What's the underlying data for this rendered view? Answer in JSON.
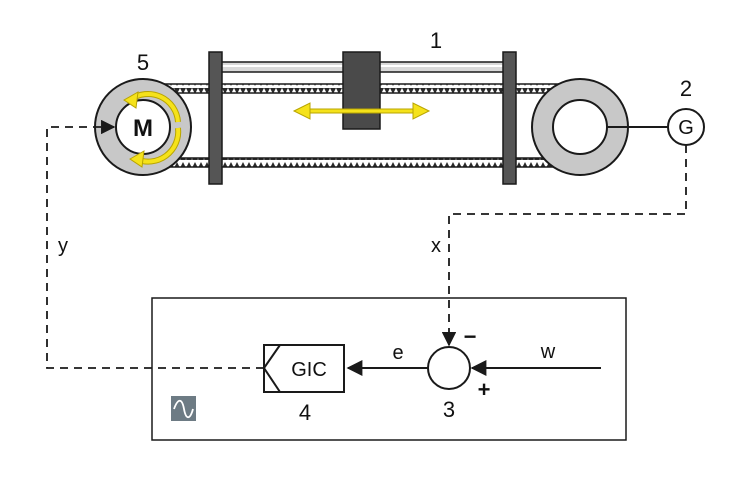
{
  "labels": {
    "n1": "1",
    "n2": "2",
    "n3": "3",
    "n4": "4",
    "n5": "5",
    "motor": "M",
    "encoder": "G",
    "controller": "GIC",
    "y": "y",
    "x": "x",
    "e": "e",
    "w": "w",
    "minus": "−",
    "plus": "+"
  },
  "colors": {
    "stroke": "#1a1a1a",
    "pulley_fill": "#c8c8c8",
    "frame_fill": "#555555",
    "rod_fill": "#d9d9d9",
    "carriage_fill": "#4a4a4a",
    "arrow_yellow": "#f5e21a",
    "arrow_yellow_edge": "#b8a400",
    "sine_badge": "#6d7b84"
  },
  "icons": {
    "sine_badge": "sine-wave-icon"
  }
}
